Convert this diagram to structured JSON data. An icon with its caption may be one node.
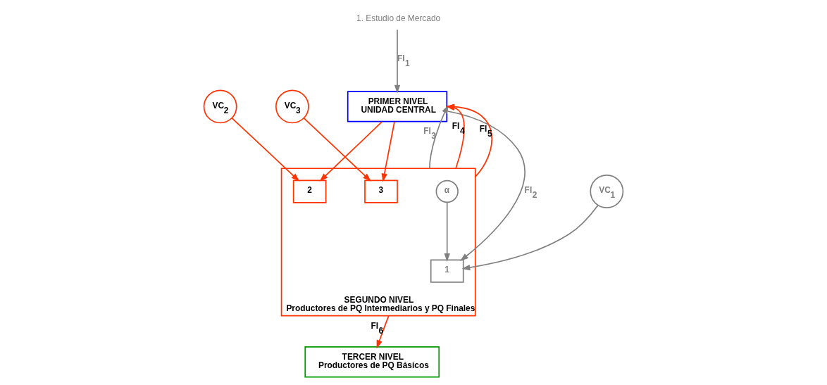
{
  "diagram": {
    "nodes": [
      {
        "text": [
          "1. Estudio de Mercado"
        ]
      },
      {
        "text": [
          "VC$_{2}$"
        ]
      },
      {
        "text": [
          "VC$_{3}$"
        ]
      },
      {
        "text": [
          "PRIMER NIVEL",
          "UNIDAD CENTRAL"
        ]
      },
      {
        "text": [
          "VC$_{1}$"
        ]
      },
      {
        "text": [
          "SEGUNDO NIVEL",
          "Productores de PQ Intermediarios y PQ Finales"
        ]
      },
      {
        "text": [
          "α"
        ],
        "in": 5
      },
      {
        "text": [
          "1"
        ],
        "in": 5
      },
      {
        "text": [
          "2"
        ],
        "in": 5
      },
      {
        "text": [
          "3"
        ],
        "in": 5
      },
      {
        "text": [
          "TERCER NIVEL",
          "Productores de PQ Básicos"
        ]
      }
    ],
    "edges": [
      {
        "from": 0,
        "to": 3,
        "arrow": "to",
        "label": "FI$_{1}$",
        "color": "#808080"
      },
      {
        "from": 3,
        "to": 7,
        "arrow": "to",
        "label": "FI$_{2}$",
        "color": "#808080"
      },
      {
        "from": 4,
        "to": 7,
        "arrow": "to",
        "color": "#808080"
      },
      {
        "from": 3,
        "to": 8,
        "arrow": "to"
      },
      {
        "from": 1,
        "to": 8,
        "arrow": "to"
      },
      {
        "from": 3,
        "to": 9,
        "arrow": "to"
      },
      {
        "from": 2,
        "to": 9,
        "arrow": "to"
      },
      {
        "from": 6,
        "to": 7,
        "arrow": "to",
        "color": "#808080"
      },
      {
        "from": 5,
        "to": 3,
        "arrow": "to",
        "label": "FI$_{3}$",
        "color": "#808080"
      },
      {
        "from": 5,
        "to": 3,
        "arrow": "to",
        "label": "FI$_{4}$"
      },
      {
        "from": 5,
        "to": 3,
        "arrow": "to",
        "label": "FI$_{5}$"
      },
      {
        "from": 5,
        "to": 10,
        "arrow": "to",
        "label": "FI$_{6}$"
      }
    ]
  }
}
